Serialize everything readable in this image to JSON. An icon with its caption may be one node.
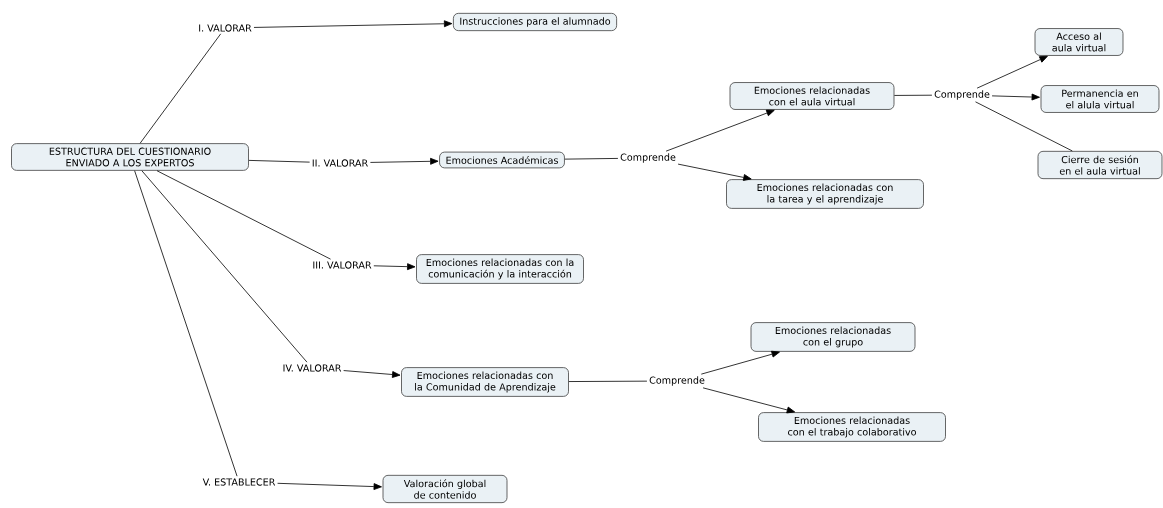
{
  "diagram": {
    "nodes": [
      {
        "text": [
          "ESTRUCTURA DEL CUESTIONARIO ENVIADO A LOS EXPERTOS"
        ]
      },
      {
        "text": [
          "I. VALORAR"
        ]
      },
      {
        "text": [
          "Instrucciones para el alumnado"
        ]
      },
      {
        "text": [
          "II. VALORAR"
        ]
      },
      {
        "text": [
          "Emociones Académicas"
        ]
      },
      {
        "text": [
          "Comprende"
        ]
      },
      {
        "text": [
          "Emociones relacionadas con el aula virtual"
        ]
      },
      {
        "text": [
          "Comprende"
        ]
      },
      {
        "text": [
          "Acceso al aula virtual"
        ]
      },
      {
        "text": [
          "Permanencia en el alula virtual"
        ]
      },
      {
        "text": [
          "Cierre de sesión en el aula virtual"
        ]
      },
      {
        "text": [
          "Emociones relacionadas con la tarea y el aprendizaje"
        ]
      },
      {
        "text": [
          "III. VALORAR"
        ]
      },
      {
        "text": [
          "Emociones relacionadas con la comunicación y la interacción"
        ]
      },
      {
        "text": [
          "IV. VALORAR"
        ]
      },
      {
        "text": [
          "Emociones relacionadas con la Comunidad de Aprendizaje"
        ]
      },
      {
        "text": [
          "Comprende"
        ]
      },
      {
        "text": [
          "Emociones relacionadas con el grupo"
        ]
      },
      {
        "text": [
          "Emociones relacionadas con el trabajo colaborativo"
        ]
      },
      {
        "text": [
          "V. ESTABLECER"
        ]
      },
      {
        "text": [
          "Valoración global de contenido"
        ]
      }
    ],
    "edges": [
      {
        "from": 0,
        "to": 1,
        "arrow": "none"
      },
      {
        "from": 1,
        "to": 2,
        "arrow": "to"
      },
      {
        "from": 0,
        "to": 3,
        "arrow": "none"
      },
      {
        "from": 3,
        "to": 4,
        "arrow": "to"
      },
      {
        "from": 4,
        "to": 5,
        "arrow": "none"
      },
      {
        "from": 5,
        "to": 6,
        "arrow": "to"
      },
      {
        "from": 5,
        "to": 11,
        "arrow": "to"
      },
      {
        "from": 6,
        "to": 7,
        "arrow": "none"
      },
      {
        "from": 7,
        "to": 8,
        "arrow": "to"
      },
      {
        "from": 7,
        "to": 9,
        "arrow": "to"
      },
      {
        "from": 7,
        "to": 10,
        "arrow": "none"
      },
      {
        "from": 0,
        "to": 12,
        "arrow": "none"
      },
      {
        "from": 12,
        "to": 13,
        "arrow": "to"
      },
      {
        "from": 0,
        "to": 14,
        "arrow": "none"
      },
      {
        "from": 14,
        "to": 15,
        "arrow": "to"
      },
      {
        "from": 15,
        "to": 16,
        "arrow": "none"
      },
      {
        "from": 16,
        "to": 17,
        "arrow": "to"
      },
      {
        "from": 16,
        "to": 18,
        "arrow": "to"
      },
      {
        "from": 0,
        "to": 19,
        "arrow": "none"
      },
      {
        "from": 19,
        "to": 20,
        "arrow": "to"
      }
    ]
  }
}
